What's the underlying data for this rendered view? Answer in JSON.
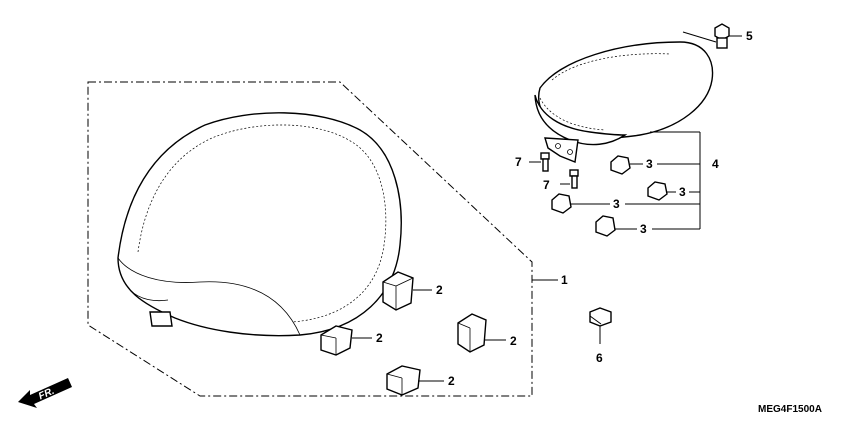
{
  "diagram": {
    "part_code": "MEG4F1500A",
    "direction_label": "FR.",
    "callouts": [
      "1",
      "2",
      "3",
      "4",
      "5",
      "6",
      "7"
    ]
  }
}
